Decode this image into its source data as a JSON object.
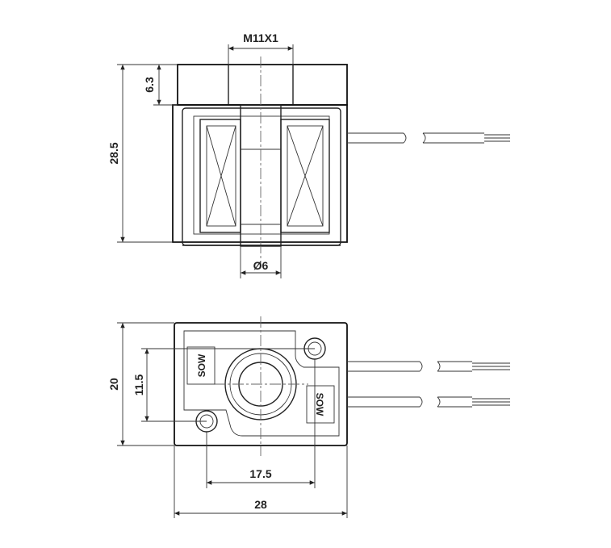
{
  "views": {
    "side": {
      "thread_label": "M11X1",
      "top_height_label": "6.3",
      "total_height_label": "28.5",
      "bore_label": "Ø6"
    },
    "top": {
      "height_label": "20",
      "hole_spacing_v_label": "11.5",
      "hole_spacing_h_label": "17.5",
      "width_label": "28",
      "marking_left": "SOW",
      "marking_right": "SOW"
    }
  }
}
